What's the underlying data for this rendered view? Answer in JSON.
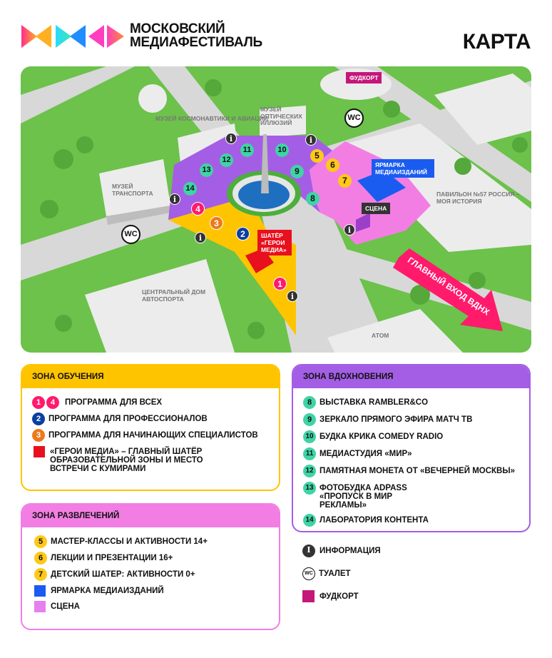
{
  "header": {
    "logo_line1": "МОСКОВСКИЙ",
    "logo_line2": "МЕДИАФЕСТИВАЛЬ",
    "title": "КАРТА"
  },
  "map": {
    "buildings": {
      "cosmo": "МУЗЕЙ КОСМОНАВТИКИ И АВИАЦИИ",
      "optic": "МУЗЕЙ ОПТИЧЕСКИХ ИЛЛЮЗИЙ",
      "transport": "МУЗЕЙ ТРАНСПОРТА",
      "pavilion": "ПАВИЛЬОН №57 РОССИЯ – МОЯ ИСТОРИЯ",
      "autosport": "ЦЕНТРАЛЬНЫЙ ДОМ АВТОСПОРТА",
      "atom": "АТОМ"
    },
    "tags": {
      "foodcourt": "ФУДКОРТ",
      "fair": "ЯРМАРКА МЕДИАИЗДАНИЙ",
      "stage": "СЦЕНА",
      "tent": "ШАТЁР «ГЕРОИ МЕДИА»"
    },
    "entrance": "ГЛАВНЫЙ ВХОД ВДНХ",
    "info_symbol": "i",
    "wc_symbol": "WC",
    "markers": [
      "1",
      "2",
      "3",
      "4",
      "5",
      "6",
      "7",
      "8",
      "9",
      "10",
      "11",
      "12",
      "13",
      "14"
    ]
  },
  "legend": {
    "learning": {
      "title": "ЗОНА ОБУЧЕНИЯ",
      "items": [
        {
          "badges": [
            "1",
            "4"
          ],
          "label": "ПРОГРАММА ДЛЯ ВСЕХ"
        },
        {
          "badges": [
            "2"
          ],
          "label": "ПРОГРАММА ДЛЯ ПРОФЕССИОНАЛОВ"
        },
        {
          "badges": [
            "3"
          ],
          "label": "ПРОГРАММА ДЛЯ НАЧИНАЮЩИХ СПЕЦИАЛИСТОВ"
        },
        {
          "label": "«ГЕРОИ МЕДИА» – ГЛАВНЫЙ ШАТЁР ОБРАЗОВАТЕЛЬНОЙ ЗОНЫ И МЕСТО ВСТРЕЧИ С КУМИРАМИ"
        }
      ]
    },
    "fun": {
      "title": "ЗОНА РАЗВЛЕЧЕНИЙ",
      "items": [
        {
          "badge": "5",
          "label": "МАСТЕР-КЛАССЫ И АКТИВНОСТИ 14+"
        },
        {
          "badge": "6",
          "label": "ЛЕКЦИИ И ПРЕЗЕНТАЦИИ 16+"
        },
        {
          "badge": "7",
          "label": "ДЕТСКИЙ ШАТЕР: АКТИВНОСТИ 0+"
        },
        {
          "label": "ЯРМАРКА МЕДИАИЗДАНИЙ"
        },
        {
          "label": "СЦЕНА"
        }
      ]
    },
    "inspiration": {
      "title": "ЗОНА ВДОХНОВЕНИЯ",
      "items": [
        {
          "badge": "8",
          "label": "ВЫСТАВКА RAMBLER&CO"
        },
        {
          "badge": "9",
          "label": "ЗЕРКАЛО ПРЯМОГО ЭФИРА МАТЧ ТВ"
        },
        {
          "badge": "10",
          "label": "БУДКА КРИКА COMEDY RADIO"
        },
        {
          "badge": "11",
          "label": "МЕДИАСТУДИЯ «МИР»"
        },
        {
          "badge": "12",
          "label": "ПАМЯТНАЯ МОНЕТА ОТ «ВЕЧЕРНЕЙ МОСКВЫ»"
        },
        {
          "badge": "13",
          "label": "ФОТОБУДКА ADPASS «ПРОПУСК В МИР РЕКЛАМЫ»"
        },
        {
          "badge": "14",
          "label": "ЛАБОРАТОРИЯ КОНТЕНТА"
        }
      ]
    },
    "other": [
      {
        "label": "ИНФОРМАЦИЯ"
      },
      {
        "label": "ТУАЛЕТ"
      },
      {
        "label": "ФУДКОРТ"
      }
    ]
  },
  "colors": {
    "green": "#6cc24a",
    "learning": "#ffc400",
    "fun": "#f27ee4",
    "inspiration": "#a45ee5",
    "fair": "#1a5cf0",
    "tent": "#e8101e",
    "food": "#c4177a",
    "entrance": "#ff1a6c"
  }
}
